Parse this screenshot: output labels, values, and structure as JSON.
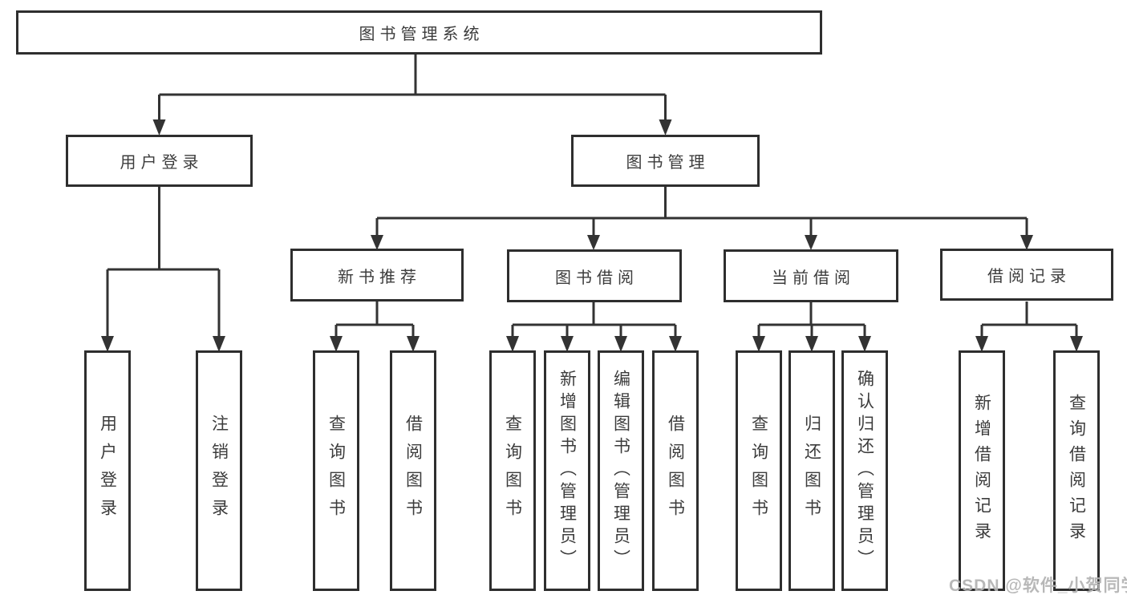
{
  "tree": {
    "root": {
      "label": "图书管理系统"
    },
    "branches": [
      {
        "label": "用户登录",
        "children": [
          {
            "label": "用户登录"
          },
          {
            "label": "注销登录"
          }
        ]
      },
      {
        "label": "图书管理",
        "groups": [
          {
            "label": "新书推荐",
            "children": [
              {
                "label": "查询图书"
              },
              {
                "label": "借阅图书"
              }
            ]
          },
          {
            "label": "图书借阅",
            "children": [
              {
                "label": "查询图书"
              },
              {
                "label": "新增图书（管理员）"
              },
              {
                "label": "编辑图书（管理员）"
              },
              {
                "label": "借阅图书"
              }
            ]
          },
          {
            "label": "当前借阅",
            "children": [
              {
                "label": "查询图书"
              },
              {
                "label": "归还图书"
              },
              {
                "label": "确认归还（管理员）"
              }
            ]
          },
          {
            "label": "借阅记录",
            "children": [
              {
                "label": "新增借阅记录"
              },
              {
                "label": "查询借阅记录"
              }
            ]
          }
        ]
      }
    ]
  },
  "watermark": {
    "text": "CSDN @软件_小贺同学"
  },
  "colors": {
    "line": "#333333",
    "box_border": "#2e2e2e",
    "text": "#3c3c3c",
    "background": "#ffffff",
    "watermark": "#b3b3b3"
  }
}
